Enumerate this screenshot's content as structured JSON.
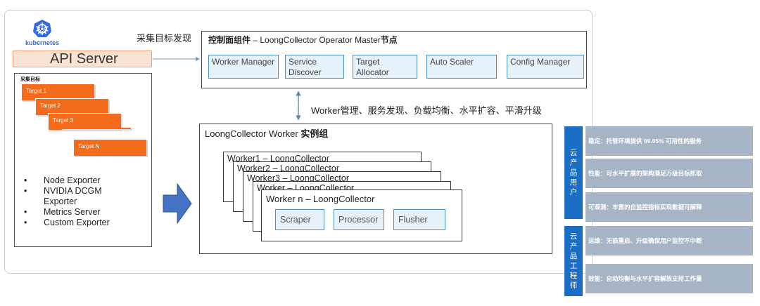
{
  "kubernetes": {
    "logo_label": "kubernetes",
    "icon": "kubernetes-helm-icon"
  },
  "api_server": {
    "label": "API Server"
  },
  "discover_label": "采集目标发现",
  "targets_box": {
    "title": "采集目标",
    "targets": [
      "Target 1",
      "Target 2",
      "Target 3",
      "Target N"
    ],
    "exporters": [
      "Node Exporter",
      "NVIDIA DCGM Exporter",
      "Metrics Server",
      "Custom Exporter"
    ]
  },
  "master": {
    "title_bold_prefix": "控制面组件",
    "title_mid": " – LoongCollector Operator Master",
    "title_bold_suffix": "节点",
    "components": [
      "Worker Manager",
      "Service Discover",
      "Target Allocator",
      "Auto Scaler",
      "Config Manager"
    ]
  },
  "middle_label": "Worker管理、服务发现、负载均衡、水平扩容、平滑升级",
  "worker_group": {
    "title_prefix": "LoongCollector Worker ",
    "title_bold": "实例组",
    "workers": [
      "Worker1 – LoongCollector",
      "Worker2 – LoongCollector",
      "Worker3 – LoongCollector",
      "Worker – LoongCollector"
    ],
    "worker_n_title": "Worker n – LoongCollector",
    "stages": [
      "Scraper",
      "Processor",
      "Flusher"
    ]
  },
  "right_panel": {
    "user_label": [
      "云",
      "产",
      "品",
      "用",
      "户"
    ],
    "engineer_label": [
      "云",
      "产",
      "品",
      "工",
      "程",
      "师"
    ],
    "user_features": [
      "稳定：托管环境提供 99.95% 可用性的服务",
      "性能：可水平扩展的架构满足万级目标抓取",
      "可观测：丰富的自监控指标实现数据可解释"
    ],
    "engineer_features": [
      "运维：无损重启、升级确保用户监控不中断",
      "效能：自动均衡与水平扩容解放支持工作量"
    ]
  },
  "colors": {
    "orange": "#f56b1c",
    "blue": "#1a6fc4",
    "feature_gray": "#a7b4c6",
    "component_fill": "#e6f1fa",
    "component_border": "#4a90c2"
  }
}
